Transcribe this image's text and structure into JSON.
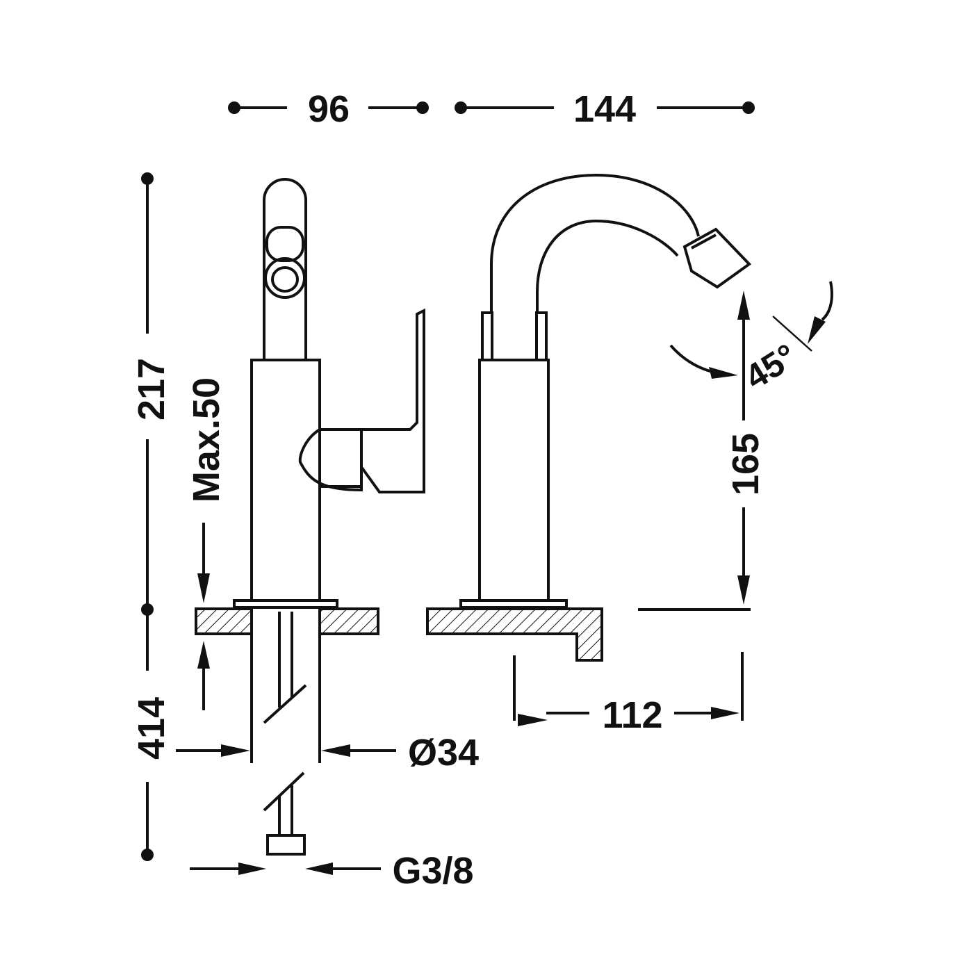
{
  "dimensions": {
    "width_left": "96",
    "width_right": "144",
    "overall_height": "217",
    "max_deck": "Max.50",
    "pipe_length": "414",
    "spout_height": "165",
    "spout_angle": "45°",
    "spout_reach": "112",
    "diameter": "Ø34",
    "connection": "G3/8"
  }
}
